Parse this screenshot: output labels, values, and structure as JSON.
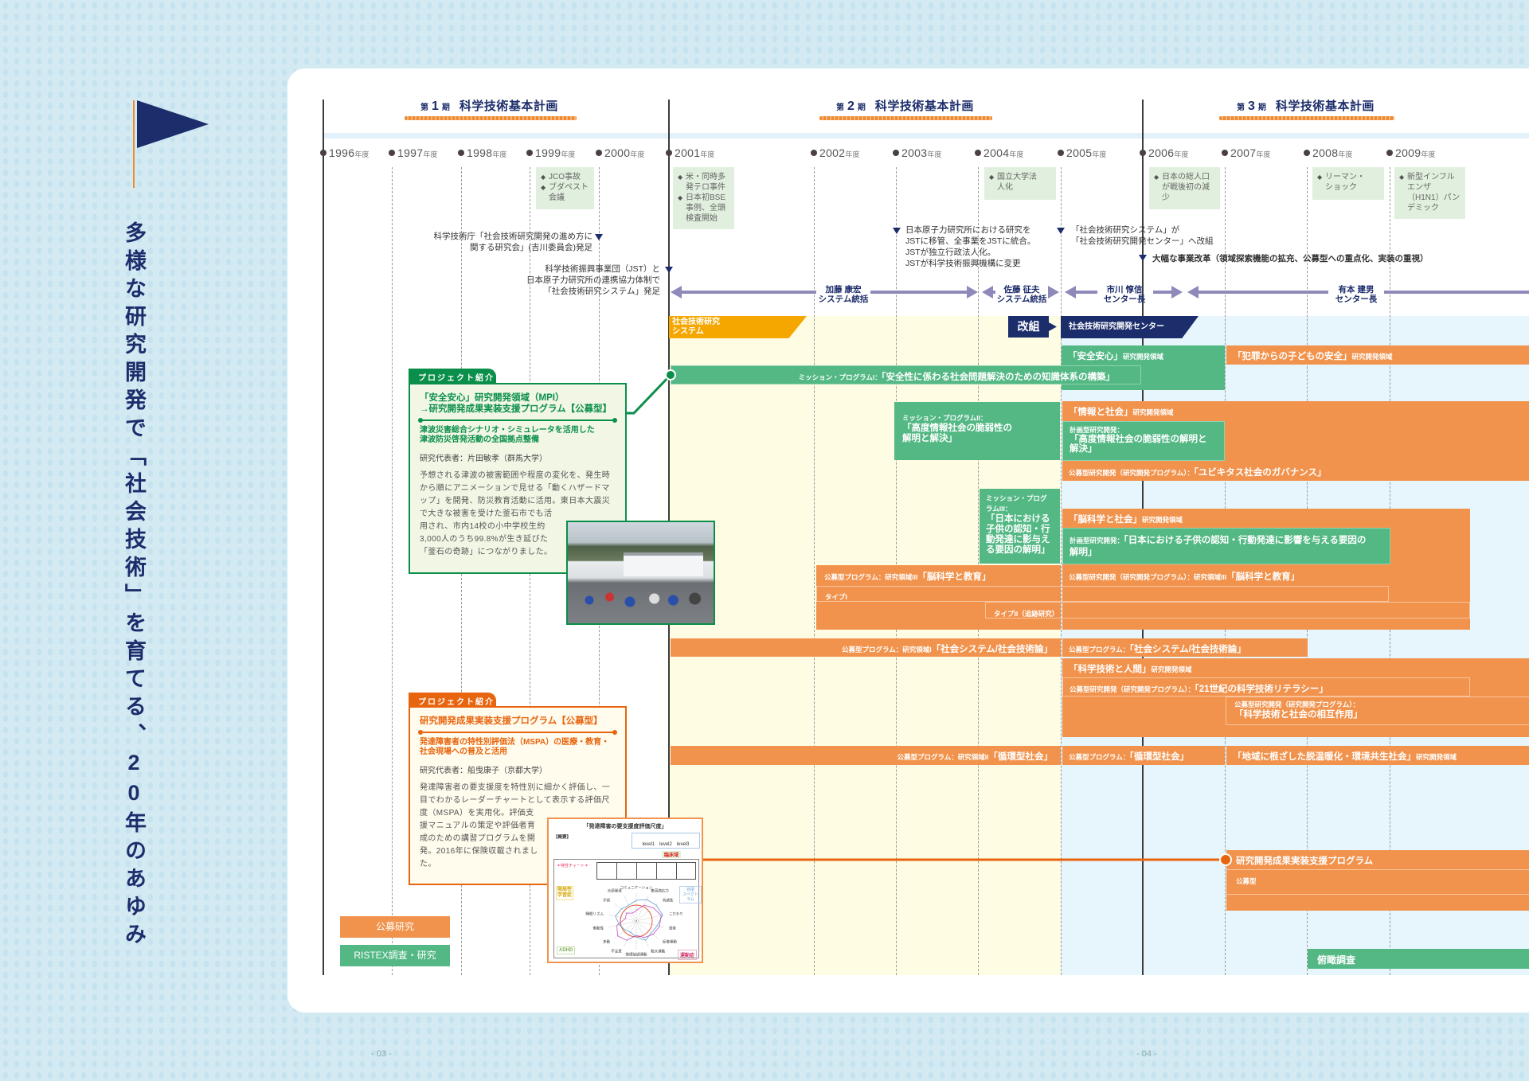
{
  "title": "多様な研究開発で「社会技術」を育てる、20年のあゆみ",
  "colors": {
    "navy": "#1c2d6b",
    "green": "#53b884",
    "orange": "#f1934d",
    "system": "#f5a700",
    "arrow": "#8e89b9"
  },
  "periods": [
    {
      "prefix": "第",
      "num": "1",
      "suffix": "期",
      "name": "科学技術基本計画"
    },
    {
      "prefix": "第",
      "num": "2",
      "suffix": "期",
      "name": "科学技術基本計画"
    },
    {
      "prefix": "第",
      "num": "3",
      "suffix": "期",
      "name": "科学技術基本計画"
    }
  ],
  "years": [
    {
      "y": "1996",
      "u": "年度"
    },
    {
      "y": "1997",
      "u": "年度"
    },
    {
      "y": "1998",
      "u": "年度"
    },
    {
      "y": "1999",
      "u": "年度"
    },
    {
      "y": "2000",
      "u": "年度"
    },
    {
      "y": "2001",
      "u": "年度"
    },
    {
      "y": "2002",
      "u": "年度"
    },
    {
      "y": "2003",
      "u": "年度"
    },
    {
      "y": "2004",
      "u": "年度"
    },
    {
      "y": "2005",
      "u": "年度"
    },
    {
      "y": "2006",
      "u": "年度"
    },
    {
      "y": "2007",
      "u": "年度"
    },
    {
      "y": "2008",
      "u": "年度"
    },
    {
      "y": "2009",
      "u": "年度"
    }
  ],
  "events": [
    {
      "items": [
        "JCO事故",
        "ブダペスト会議"
      ]
    },
    {
      "items": [
        "米・同時多発テロ事件",
        "日本初BSE事例、全頭検査開始"
      ]
    },
    {
      "items": [
        "国立大学法人化"
      ]
    },
    {
      "items": [
        "日本の総人口が戦後初の減少"
      ]
    },
    {
      "items": [
        "リーマン・ショック"
      ]
    },
    {
      "items": [
        "新型インフルエンザ（H1N1）パンデミック"
      ]
    }
  ],
  "annotations": [
    "科学技術庁「社会技術研究開発の進め方に\n関する研究会」(吉川委員会)発足",
    "科学技術振興事業団（JST）と\n日本原子力研究所の連携協力体制で\n「社会技術研究システム」発足",
    "日本原子力研究所における研究を\nJSTに移管、全事業をJSTに統合。\nJSTが独立行政法人化。\nJSTが科学技術振興機構に変更",
    "「社会技術研究システム」が\n「社会技術研究開発センター」へ改組",
    "大幅な事業改革（領域探索機能の拡充、公募型への重点化、実装の重視）"
  ],
  "leaders": [
    {
      "name": "加藤 康宏",
      "role": "システム統括"
    },
    {
      "name": "佐藤 征夫",
      "role": "システム統括"
    },
    {
      "name": "市川 惇信",
      "role": "センター長"
    },
    {
      "name": "有本 建男",
      "role": "センター長"
    }
  ],
  "bars": {
    "system": "社会技術研究\nシステム",
    "reorg": "改組",
    "center": "社会技術研究開発センター",
    "anzen": {
      "title": "「安全安心」",
      "suffix": "研究開発領域"
    },
    "hanzai": {
      "title": "「犯罪からの子どもの安全」",
      "suffix": "研究開発領域"
    },
    "mission1": {
      "prefix": "ミッション・プログラムI：",
      "title": "「安全性に係わる社会問題解決のための知識体系の構築」"
    },
    "mission2": {
      "prefix": "ミッション・プログラムII：",
      "title": "「高度情報社会の脆弱性の\n解明と解決」"
    },
    "joho": {
      "title": "「情報と社会」",
      "suffix": "研究開発領域",
      "planned_prefix": "計画型研究開発：",
      "planned_title": "「高度情報社会の脆弱性の解明と\n解決」",
      "open_prefix": "公募型研究開発（研究開発プログラム）：",
      "open_title": "「ユビキタス社会のガバナンス」"
    },
    "mission3": {
      "prefix": "ミッション・プログラムIII：",
      "title": "「日本における子供の認知・行動発達に影与える要因の解明」"
    },
    "nou": {
      "title": "「脳科学と社会」",
      "suffix": "研究開発領域",
      "planned_prefix": "計画型研究開発：",
      "planned_title": "「日本における子供の認知・行動発達に影響を与える要因の\n解明」",
      "open_prefix": "公募型研究開発（研究開発プログラム）：研究領域III",
      "open_title": "「脳科学と教育」"
    },
    "nou_edu": {
      "prefix": "公募型プログラム：研究領域III",
      "title": "「脳科学と教育」",
      "type1": "タイプI",
      "type2": "タイプII（追跡研究）"
    },
    "shakai1": {
      "prefix": "公募型プログラム：研究領域I",
      "title": "「社会システム/社会技術論」"
    },
    "shakai2": {
      "prefix": "公募型プログラム：",
      "title": "「社会システム/社会技術論」"
    },
    "kagaku": {
      "title": "「科学技術と人間」",
      "suffix": "研究開発領域",
      "p1_prefix": "公募型研究開発（研究開発プログラム）：",
      "p1_title": "「21世紀の科学技術リテラシー」",
      "p2_prefix": "公募型研究開発（研究開発プログラム）：",
      "p2_title": "「科学技術と社会の相互作用」"
    },
    "junkan1": {
      "prefix": "公募型プログラム：研究領域II",
      "title": "「循環型社会」"
    },
    "junkan2": {
      "prefix": "公募型プログラム：",
      "title": "「循環型社会」"
    },
    "chiiki": {
      "title": "「地域に根ざした脱温暖化・環境共生社会」",
      "suffix": "研究開発領域"
    },
    "jisso": {
      "title": "研究開発成果実装支援プログラム",
      "sub": "公募型"
    },
    "fukan": "俯瞰調査"
  },
  "projects": [
    {
      "tab": "プロジェクト紹介",
      "title": "「安全安心」研究開発領域（MPI）\n→研究開発成果実装支援プログラム【公募型】",
      "subtitle": "津波災害総合シナリオ・シミュレータを活用した\n津波防災啓発活動の全国拠点整備",
      "author": "研究代表者：片田敏孝（群馬大学）",
      "body": "予想される津波の被害範囲や程度の変化を、発生時から順にアニメーションで見せる「動くハザードマップ」を開発、防災教育活動に活用。東日本大震災で大きな被害を受けた釜石市でも活用され、市内14校の小中学校生約3,000人のうち99.8%が生き延びた「釜石の奇跡」につながりました。"
    },
    {
      "tab": "プロジェクト紹介",
      "title": "研究開発成果実装支援プログラム【公募型】",
      "subtitle": "発達障害者の特性別評価法（MSPA）の医療・教育・\n社会現場への普及と活用",
      "author": "研究代表者：船曳康子（京都大学）",
      "body": "発達障害者の要支援度を特性別に細かく評価し、一目でわかるレーダーチャートとして表示する評価尺度（MSPA）を実用化。評価支援マニュアルの策定や評価者育成のための講習プログラムを開発。2016年に保険収載されました。"
    }
  ],
  "mspa_figure": {
    "title": "「発達障害の要支援度評価尺度」",
    "overview": "【概要】",
    "levels": "level1　level2　level3",
    "clinical": "臨床域",
    "chart_label": "＊特性チャート＊",
    "axes": [
      "コミュニケーション",
      "集団適応力",
      "共感性",
      "こだわり",
      "感覚",
      "反復運動",
      "粗大運動",
      "微細協調運動",
      "不注意",
      "多動",
      "衝動性",
      "睡眠リズム",
      "学習",
      "言語発達"
    ],
    "categories": {
      "ld": "限局性\n学習症",
      "asd": "自閉\nスペクトラム",
      "adhd": "ADHD",
      "motor": "運動症"
    }
  },
  "legend": {
    "open": "公募研究",
    "ristex": "RISTEX調査・研究"
  },
  "pages": [
    "- 03 -",
    "- 04 -"
  ]
}
